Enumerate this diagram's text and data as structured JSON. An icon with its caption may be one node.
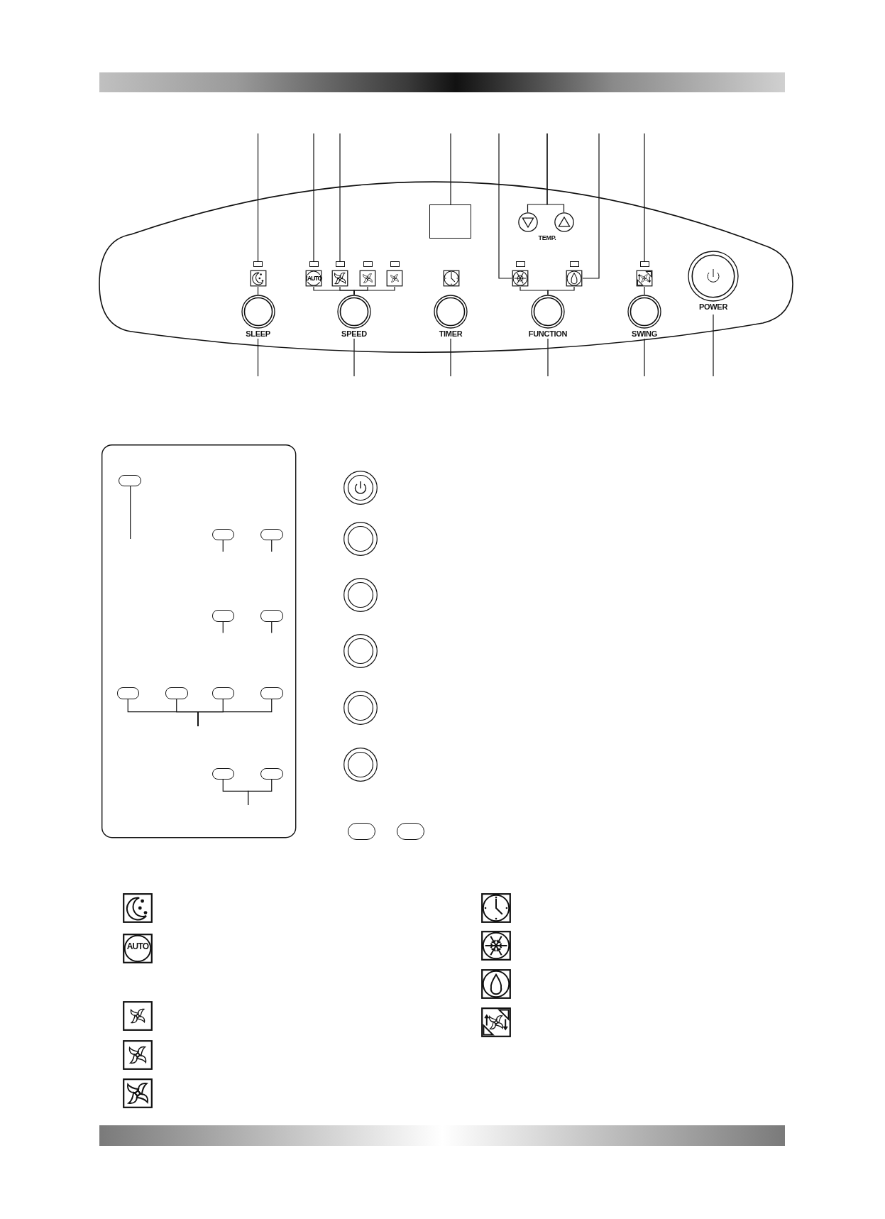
{
  "diagram": {
    "nodes": [
      {
        "text": [],
        "shape": "box"
      },
      {
        "text": [],
        "shape": "box"
      },
      {
        "text": [],
        "shape": "box"
      },
      {
        "text": [],
        "shape": "box"
      },
      {
        "text": [],
        "shape": "box"
      },
      {
        "text": [],
        "shape": "box"
      },
      {
        "text": [],
        "shape": "circle"
      },
      {
        "text": [],
        "shape": "circle"
      },
      {
        "text": [],
        "shape": "box"
      },
      {
        "text": [],
        "shape": "box"
      },
      {
        "text": [],
        "shape": "box"
      },
      {
        "text": [],
        "shape": "picture"
      },
      {
        "text": [
          "AUTO"
        ]
      },
      {
        "text": [],
        "shape": "picture"
      },
      {
        "text": [],
        "shape": "picture"
      },
      {
        "text": [],
        "shape": "picture"
      },
      {
        "text": [],
        "shape": "picture"
      },
      {
        "text": [],
        "shape": "picture"
      },
      {
        "text": [],
        "shape": "picture"
      },
      {
        "text": [],
        "shape": "picture"
      },
      {
        "text": [
          "POWER"
        ]
      },
      {
        "text": [
          "SLEEP"
        ]
      },
      {
        "text": [
          "SPEED"
        ]
      },
      {
        "text": [
          "TIMER"
        ]
      },
      {
        "text": [
          "FUNCTION"
        ]
      },
      {
        "text": [
          "SWING"
        ]
      },
      {
        "text": [],
        "shape": "box"
      },
      {
        "text": [],
        "shape": "box"
      },
      {
        "text": [],
        "shape": "box"
      },
      {
        "text": [],
        "shape": "box"
      },
      {
        "text": [],
        "shape": "box"
      },
      {
        "text": [],
        "shape": "box"
      },
      {
        "text": [],
        "shape": "box"
      },
      {
        "text": [],
        "shape": "box"
      },
      {
        "text": [],
        "shape": "box"
      },
      {
        "text": [],
        "shape": "box"
      },
      {
        "text": [],
        "shape": "box"
      },
      {
        "text": [],
        "shape": "circle"
      },
      {
        "text": [],
        "shape": "circle"
      },
      {
        "text": [],
        "shape": "circle"
      },
      {
        "text": [],
        "shape": "circle"
      },
      {
        "text": [],
        "shape": "circle"
      },
      {
        "text": [],
        "shape": "circle"
      },
      {
        "text": [],
        "shape": "box"
      },
      {
        "text": [],
        "shape": "box"
      }
    ],
    "edges": [
      {
        "from": null,
        "to": 0,
        "arrow": "none"
      },
      {
        "from": null,
        "to": 1,
        "arrow": "none"
      },
      {
        "from": null,
        "to": 2,
        "arrow": "none"
      },
      {
        "from": null,
        "to": 5,
        "arrow": "none"
      },
      {
        "from": null,
        "to": 17,
        "arrow": "none"
      },
      {
        "from": null,
        "to": 6,
        "arrow": "none"
      },
      {
        "from": null,
        "to": 7,
        "arrow": "none"
      },
      {
        "from": null,
        "to": 18,
        "arrow": "none"
      },
      {
        "from": null,
        "to": 10,
        "arrow": "none"
      },
      {
        "from": 11,
        "to": 21,
        "arrow": "none"
      },
      {
        "from": 12,
        "to": 22,
        "arrow": "none"
      },
      {
        "from": 13,
        "to": 22,
        "arrow": "none"
      },
      {
        "from": 14,
        "to": 22,
        "arrow": "none"
      },
      {
        "from": 15,
        "to": 22,
        "arrow": "none"
      },
      {
        "from": 17,
        "to": 24,
        "arrow": "none"
      },
      {
        "from": 18,
        "to": 24,
        "arrow": "none"
      },
      {
        "from": 19,
        "to": 25,
        "arrow": "none"
      },
      {
        "from": null,
        "to": 21,
        "arrow": "none"
      },
      {
        "from": null,
        "to": 22,
        "arrow": "none"
      },
      {
        "from": null,
        "to": 23,
        "arrow": "none"
      },
      {
        "from": null,
        "to": 24,
        "arrow": "none"
      },
      {
        "from": null,
        "to": 25,
        "arrow": "none"
      },
      {
        "from": null,
        "to": 20,
        "arrow": "none"
      },
      {
        "from": null,
        "to": 26,
        "arrow": "none"
      },
      {
        "from": null,
        "to": 27,
        "arrow": "none"
      },
      {
        "from": null,
        "to": 28,
        "arrow": "none"
      },
      {
        "from": null,
        "to": 29,
        "arrow": "none"
      },
      {
        "from": null,
        "to": 30,
        "arrow": "none"
      },
      {
        "from": null,
        "to": 31,
        "arrow": "none"
      },
      {
        "from": null,
        "to": 32,
        "arrow": "none"
      },
      {
        "from": null,
        "to": 33,
        "arrow": "none"
      },
      {
        "from": null,
        "to": 34,
        "arrow": "none"
      },
      {
        "from": null,
        "to": 35,
        "arrow": "none"
      },
      {
        "from": null,
        "to": 36,
        "arrow": "none"
      }
    ],
    "labels": [
      "TEMP.",
      "AUTO"
    ]
  }
}
